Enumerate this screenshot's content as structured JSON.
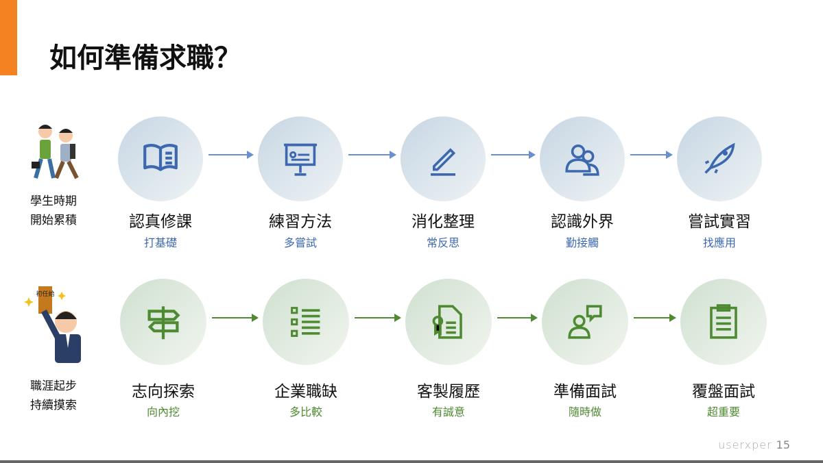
{
  "title": "如何準備求職？",
  "accent_color": "#f58220",
  "rows": [
    {
      "side": [
        "學生時期",
        "開始累積"
      ],
      "color": "#3d68b0",
      "steps": [
        {
          "icon": "book-icon",
          "label": "認真修課",
          "sub": "打基礎"
        },
        {
          "icon": "presentation-icon",
          "label": "練習方法",
          "sub": "多嘗試"
        },
        {
          "icon": "pencil-icon",
          "label": "消化整理",
          "sub": "常反思"
        },
        {
          "icon": "users-icon",
          "label": "認識外界",
          "sub": "勤接觸"
        },
        {
          "icon": "rocket-icon",
          "label": "嘗試實習",
          "sub": "找應用"
        }
      ]
    },
    {
      "side": [
        "職涯起步",
        "持續摸索"
      ],
      "color": "#4e8a32",
      "badge": "初任給",
      "steps": [
        {
          "icon": "signpost-icon",
          "label": "志向探索",
          "sub": "向內挖"
        },
        {
          "icon": "list-icon",
          "label": "企業職缺",
          "sub": "多比較"
        },
        {
          "icon": "certificate-icon",
          "label": "客製履歷",
          "sub": "有誠意"
        },
        {
          "icon": "interview-icon",
          "label": "準備面試",
          "sub": "隨時做"
        },
        {
          "icon": "clipboard-icon",
          "label": "覆盤面試",
          "sub": "超重要"
        }
      ]
    }
  ],
  "footer": {
    "logo": "userxper",
    "page": "15"
  }
}
